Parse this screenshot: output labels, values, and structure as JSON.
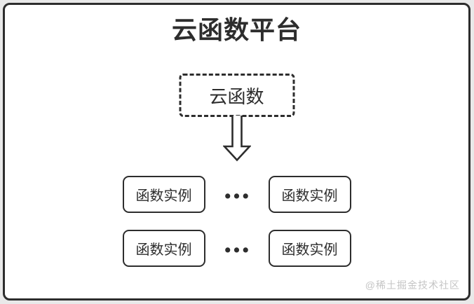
{
  "diagram": {
    "title": "云函数平台",
    "cloud_function": {
      "label": "云函数"
    },
    "rows": [
      {
        "left": "函数实例",
        "dots": "•••",
        "right": "函数实例"
      },
      {
        "left": "函数实例",
        "dots": "•••",
        "right": "函数实例"
      }
    ],
    "watermark": "@稀土掘金技术社区",
    "colors": {
      "line": "#2d2d2d",
      "surface": "#ffffff",
      "page_background": "#e9e9e9",
      "watermark_text": "#c5c5c5"
    }
  }
}
